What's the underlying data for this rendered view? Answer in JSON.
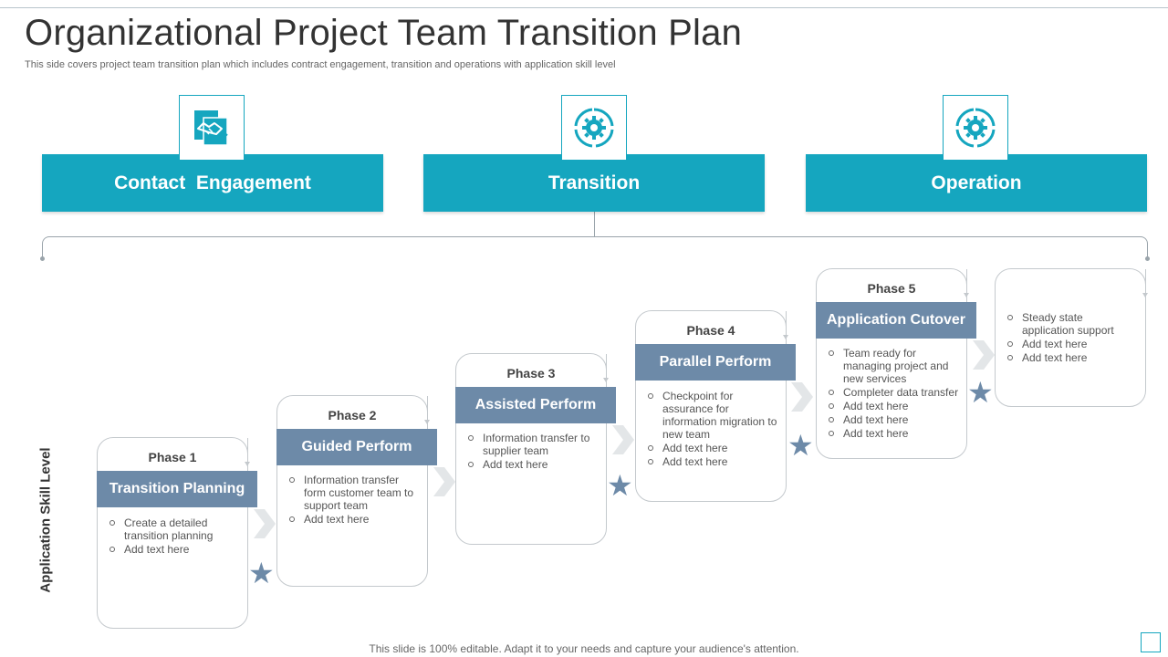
{
  "slide": {
    "title": "Organizational Project Team Transition Plan",
    "subtitle": "This side covers project team transition plan which includes contract engagement, transition and operations with application skill level",
    "footer": "This slide is 100% editable. Adapt it to your needs and capture your audience's attention."
  },
  "categories": [
    {
      "label": "Contact  Engagement",
      "icon": "handshake-document-icon"
    },
    {
      "label": "Transition",
      "icon": "gear-cycle-icon"
    },
    {
      "label": "Operation",
      "icon": "gear-cycle-icon"
    }
  ],
  "axis": {
    "ylabel": "Application Skill Level"
  },
  "phases": [
    {
      "label": "Phase 1",
      "title": "Transition Planning",
      "bullets": [
        "Create a detailed transition planning",
        "Add text here"
      ]
    },
    {
      "label": "Phase 2",
      "title": "Guided Perform",
      "bullets": [
        "Information transfer form customer team to support team",
        "Add text here"
      ]
    },
    {
      "label": "Phase 3",
      "title": "Assisted  Perform",
      "bullets": [
        "Information transfer to supplier team",
        "Add text here"
      ]
    },
    {
      "label": "Phase 4",
      "title": "Parallel Perform",
      "bullets": [
        "Checkpoint for assurance for information migration to new team",
        "Add text here",
        "Add text here"
      ]
    },
    {
      "label": "Phase 5",
      "title": "Application Cutover",
      "bullets": [
        "Team ready for managing project and new services",
        "Completer data transfer",
        "Add text here",
        "Add text here",
        "Add text here"
      ]
    }
  ],
  "final": {
    "bullets": [
      "Steady state application support",
      "Add text here",
      "Add text here"
    ]
  },
  "colors": {
    "accent": "#15a6bf",
    "phase": "#6d8aa8"
  }
}
